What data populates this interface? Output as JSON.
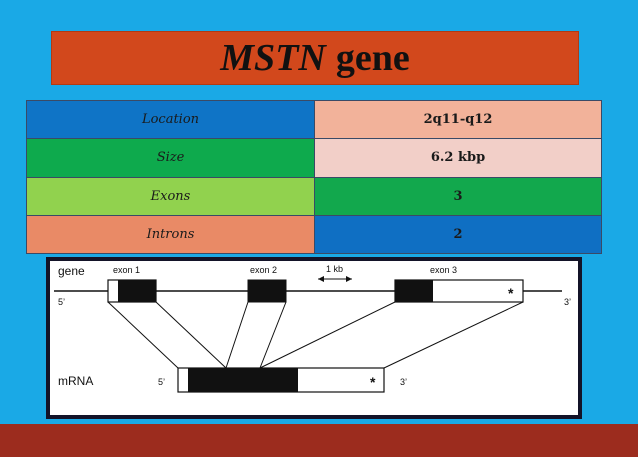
{
  "title": {
    "gene_symbol": "MSTN",
    "suffix": "gene"
  },
  "table": {
    "rows": [
      {
        "label": "Location",
        "value": "2q11-q12",
        "label_bg": "#0f74c6",
        "value_bg": "#f2b29a"
      },
      {
        "label": "Size",
        "value": "6.2 kbp",
        "label_bg": "#0eaa4d",
        "value_bg": "#f2cfc8"
      },
      {
        "label": "Exons",
        "value": "3",
        "label_bg": "#91d24e",
        "value_bg": "#12a84d"
      },
      {
        "label": "Introns",
        "value": "2",
        "label_bg": "#e98a66",
        "value_bg": "#0f6fc3"
      }
    ]
  },
  "diagram": {
    "gene_label": "gene",
    "mrna_label": "mRNA",
    "exon_labels": [
      "exon 1",
      "exon 2",
      "exon 3"
    ],
    "scale_label": "1 kb",
    "five_prime": "5’",
    "three_prime": "3’",
    "stop_marker": "*"
  }
}
